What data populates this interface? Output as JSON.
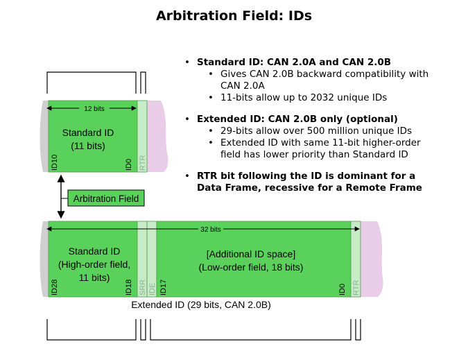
{
  "title": "Arbitration Field: IDs",
  "diagram": {
    "std_width_label": "12 bits",
    "std_box_line1": "Standard ID",
    "std_box_line2": "(11 bits)",
    "std_msb": "ID10",
    "std_lsb": "ID0",
    "std_rtr": "RTR",
    "arbitration_label": "Arbitration Field",
    "ext_width_label": "32 bits",
    "ext_high_line1": "Standard ID",
    "ext_high_line2": "(High-order field,",
    "ext_high_line3": "11 bits)",
    "ext_msb": "ID28",
    "ext_high_lsb": "ID18",
    "ext_srr": "SRR",
    "ext_ide": "IDE",
    "ext_low_msb": "ID17",
    "ext_low_line1": "[Additional ID space]",
    "ext_low_line2": "(Low-order field, 18 bits)",
    "ext_lsb": "ID0",
    "ext_rtr": "RTR",
    "ext_caption": "Extended ID (29 bits, CAN 2.0B)"
  },
  "bullets": [
    {
      "text": "Standard ID: CAN 2.0A and CAN 2.0B",
      "sub": [
        {
          "l1": "Gives CAN 2.0B backward compatibility with",
          "l2": "CAN 2.0A"
        },
        {
          "l1": "11-bits allow up to 2032 unique IDs",
          "l2": ""
        }
      ]
    },
    {
      "text": "Extended ID: CAN 2.0B only (optional)",
      "sub": [
        {
          "l1": "29-bits allow over 500 million unique IDs",
          "l2": ""
        },
        {
          "l1": "Extended ID with same 11-bit higher-order",
          "l2": "field has lower priority than Standard ID"
        }
      ]
    },
    {
      "l1": "RTR bit following  the ID is dominant for a",
      "l2": "Data Frame, recessive for a Remote Frame"
    }
  ],
  "colors": {
    "field_green": "#5ad15a",
    "light_green": "#c8ecc8",
    "pink": "#e8cce8",
    "gray": "#cfcfcf"
  }
}
